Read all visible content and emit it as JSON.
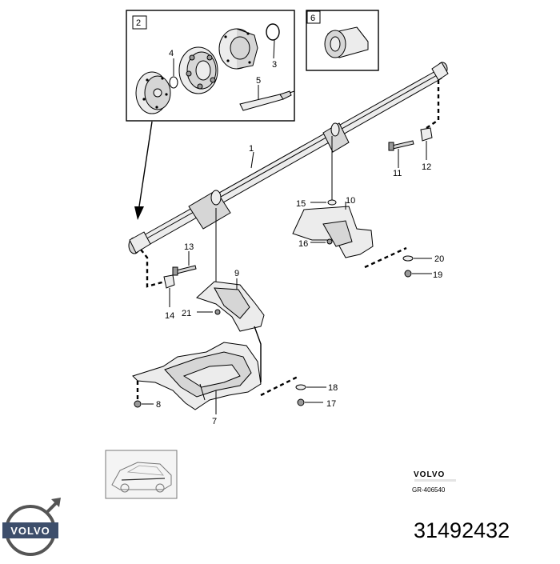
{
  "callouts": {
    "n1": "1",
    "n2": "2",
    "n3": "3",
    "n4": "4",
    "n5": "5",
    "n6": "6",
    "n7": "7",
    "n8": "8",
    "n9": "9",
    "n10": "10",
    "n11": "11",
    "n12": "12",
    "n13": "13",
    "n14": "14",
    "n15": "15",
    "n16": "16",
    "n17": "17",
    "n18": "18",
    "n19": "19",
    "n20": "20",
    "n21": "21"
  },
  "inset_boxes": {
    "box2_label": "2",
    "box6_label": "6"
  },
  "brand": {
    "small_logo": "VOLVO",
    "reference_code": "GR-406540",
    "logo": "VOLVO",
    "logo_color": "#3d4e6b"
  },
  "part_number": "31492432"
}
